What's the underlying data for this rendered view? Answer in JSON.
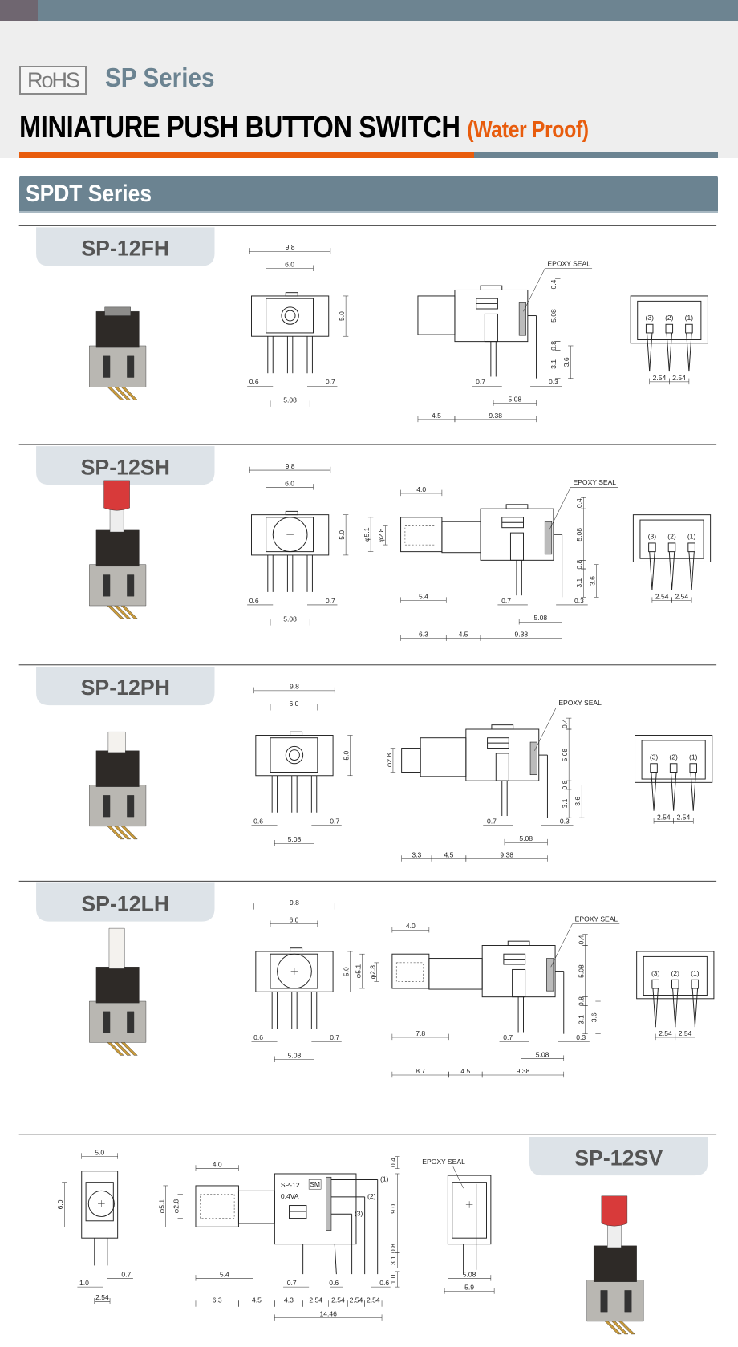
{
  "header": {
    "rohs": "RoHS",
    "series": "SP Series",
    "title": "MINIATURE PUSH BUTTON SWITCH",
    "subtitle": "(Water Proof)"
  },
  "section_title": "SPDT Series",
  "colors": {
    "slate": "#6b8391",
    "orange": "#e85c0d",
    "tab_bg": "#dde3e8",
    "header_bg": "#eeeeee"
  },
  "models": [
    {
      "name": "SP-12FH",
      "front": {
        "width": "9.8",
        "inner": "6.0",
        "height": "5.0",
        "pin_left": "0.6",
        "pin_right": "0.7",
        "pitch": "5.08"
      },
      "side": {
        "epoxy": "EPOXY SEAL",
        "d_top": "0.4",
        "d_body": "5.08",
        "d_gap": "0.8",
        "d_pin": "3.1",
        "d_pin2": "3.6",
        "pin_w": "0.7",
        "pin_t": "0.3",
        "pitch": "5.08",
        "bottom": [
          "4.5",
          "9.38"
        ]
      },
      "rear": {
        "pins": [
          "(3)",
          "(2)",
          "(1)"
        ],
        "pitch": [
          "2.54",
          "2.54"
        ]
      }
    },
    {
      "name": "SP-12SH",
      "front": {
        "width": "9.8",
        "inner": "6.0",
        "height": "5.0",
        "pin_left": "0.6",
        "pin_right": "0.7",
        "pitch": "5.08"
      },
      "side": {
        "epoxy": "EPOXY SEAL",
        "d_top": "0.4",
        "d_body": "5.08",
        "d_gap": "0.8",
        "d_pin": "3.1",
        "d_pin2": "3.6",
        "pin_w": "0.7",
        "pin_t": "0.3",
        "pitch": "5.08",
        "cap_len": "4.0",
        "cap_dia": "φ5.1",
        "inner_dia": "φ2.8",
        "stroke": "5.4",
        "bottom": [
          "6.3",
          "4.5",
          "9.38"
        ]
      },
      "rear": {
        "pins": [
          "(3)",
          "(2)",
          "(1)"
        ],
        "pitch": [
          "2.54",
          "2.54"
        ]
      }
    },
    {
      "name": "SP-12PH",
      "front": {
        "width": "9.8",
        "inner": "6.0",
        "height": "5.0",
        "pin_left": "0.6",
        "pin_right": "0.7",
        "pitch": "5.08"
      },
      "side": {
        "epoxy": "EPOXY SEAL",
        "d_top": "0.4",
        "d_body": "5.08",
        "d_gap": "0.8",
        "d_pin": "3.1",
        "d_pin2": "3.6",
        "pin_w": "0.7",
        "pin_t": "0.3",
        "pitch": "5.08",
        "inner_dia": "φ2.8",
        "bottom": [
          "3.3",
          "4.5",
          "9.38"
        ]
      },
      "rear": {
        "pins": [
          "(3)",
          "(2)",
          "(1)"
        ],
        "pitch": [
          "2.54",
          "2.54"
        ]
      }
    },
    {
      "name": "SP-12LH",
      "front": {
        "width": "9.8",
        "inner": "6.0",
        "height": "5.0",
        "pin_left": "0.6",
        "pin_right": "0.7",
        "pitch": "5.08"
      },
      "side": {
        "epoxy": "EPOXY SEAL",
        "d_top": "0.4",
        "d_body": "5.08",
        "d_gap": "0.8",
        "d_pin": "3.1",
        "d_pin2": "3.6",
        "pin_w": "0.7",
        "pin_t": "0.3",
        "pitch": "5.08",
        "cap_len": "4.0",
        "cap_dia": "φ5.1",
        "inner_dia": "φ2.8",
        "stroke": "7.8",
        "bottom": [
          "8.7",
          "4.5",
          "9.38"
        ]
      },
      "rear": {
        "pins": [
          "(3)",
          "(2)",
          "(1)"
        ],
        "pitch": [
          "2.54",
          "2.54"
        ]
      }
    }
  ],
  "sv": {
    "name": "SP-12SV",
    "front": {
      "width": "5.0",
      "height": "6.0",
      "pin_right": "0.7",
      "pin_left": "1.0",
      "pitch": "2.54"
    },
    "side": {
      "cap_len": "4.0",
      "cap_dia": "φ5.1",
      "inner_dia": "φ2.8",
      "marking": "SP-12",
      "mark_box": "SM",
      "rating": "0.4VA",
      "pins": [
        "(1)",
        "(2)",
        "(3)"
      ],
      "d_top": "0.4",
      "d_body": "9.0",
      "d_gap": "0.8",
      "d_pin": "3.1",
      "d_tip": "1.0",
      "stroke": "5.4",
      "pin_w": "0.7",
      "pin_t1": "0.6",
      "pin_t2": "0.6",
      "bottom": [
        "6.3",
        "4.5",
        "4.3",
        "2.54",
        "2.54",
        "2.54",
        "2.54"
      ],
      "total": "14.46"
    },
    "rear": {
      "epoxy": "EPOXY SEAL",
      "pitch": "5.08",
      "width": "5.9"
    }
  }
}
